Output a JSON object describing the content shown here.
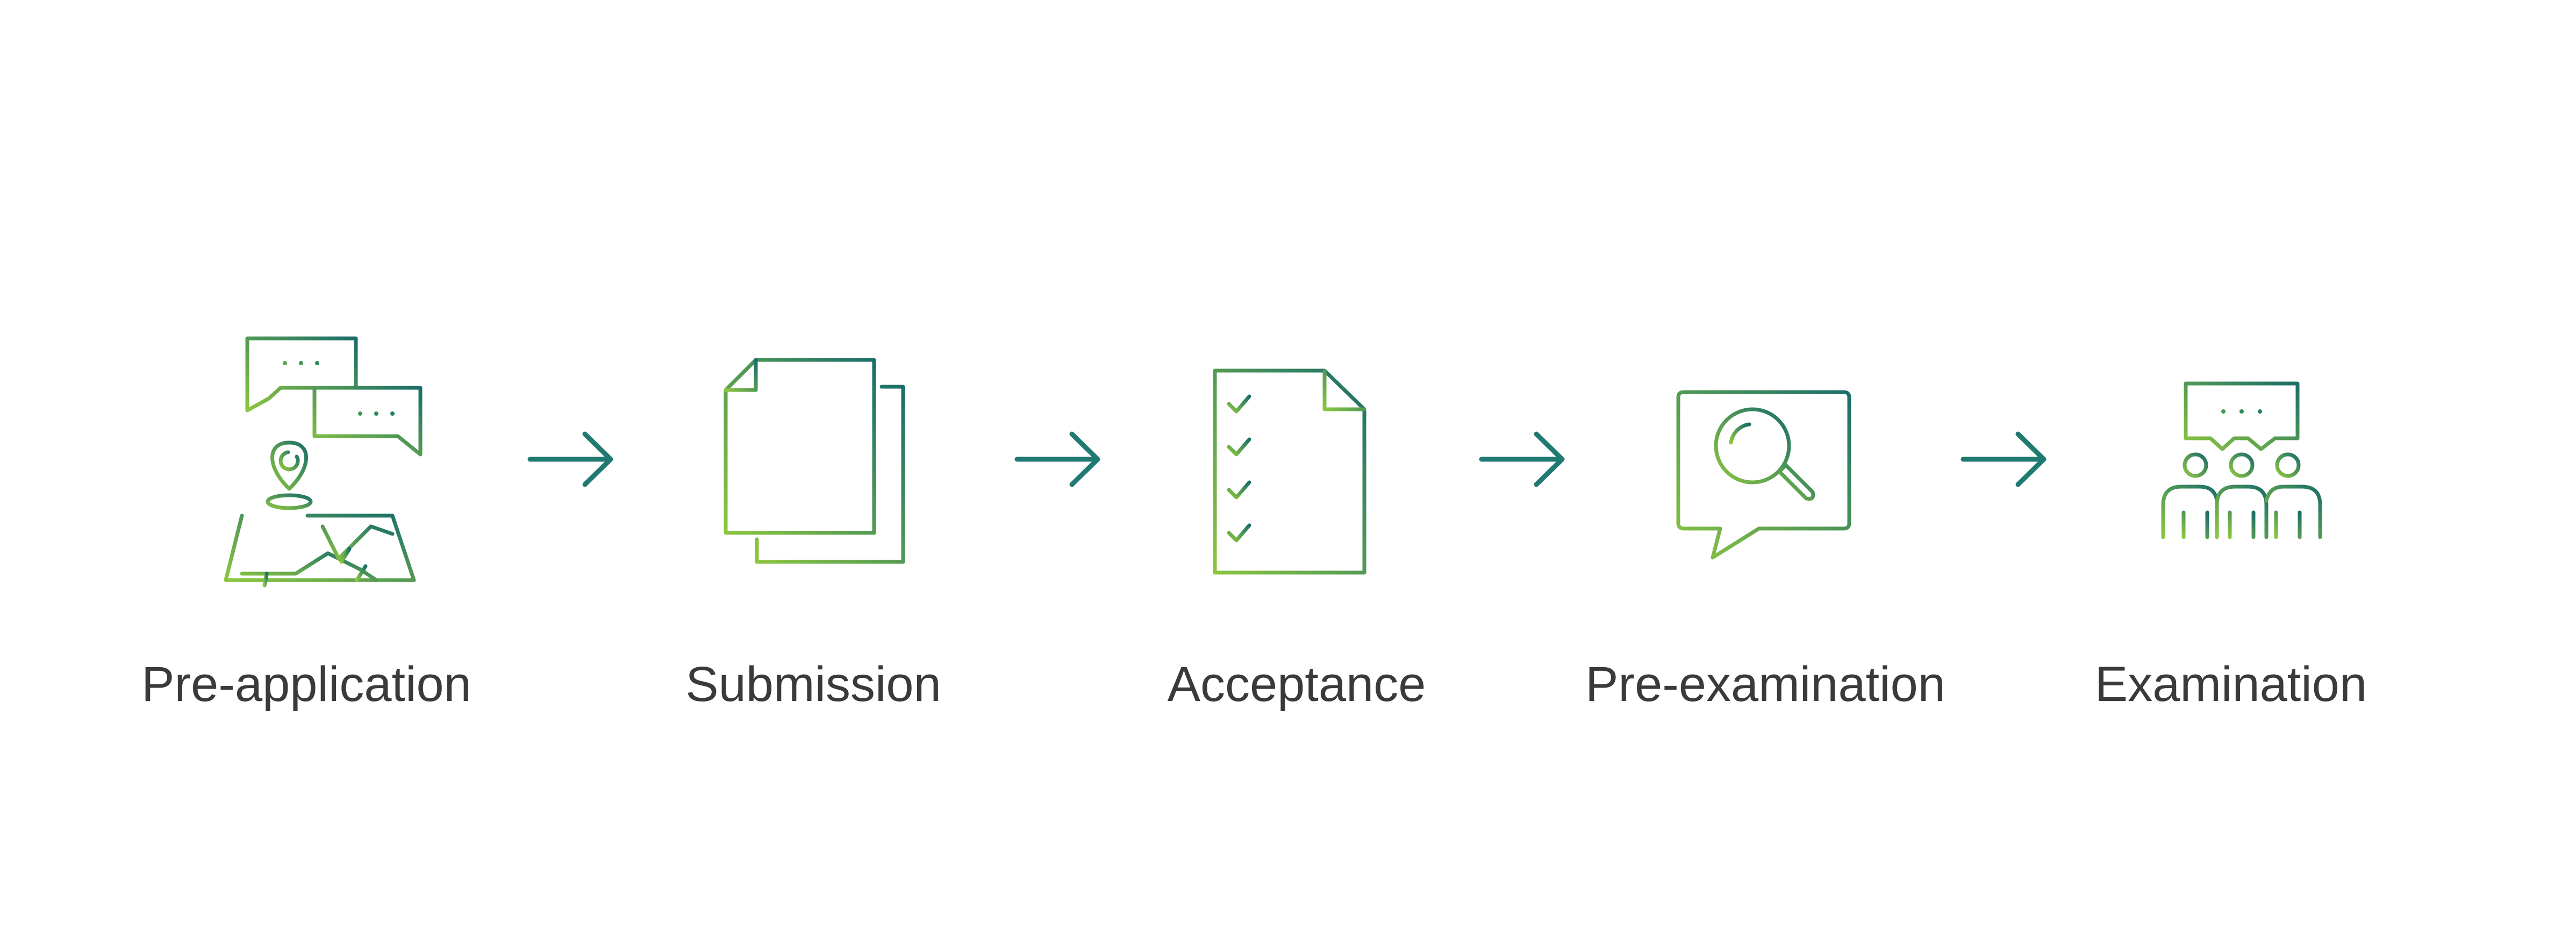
{
  "colors": {
    "gradient_start": "#8cc63f",
    "gradient_end": "#1a6e6a",
    "arrow": "#217a72",
    "label_text": "#3a3a3a",
    "background": "#ffffff"
  },
  "process": {
    "steps": [
      {
        "label": "Pre-application",
        "icon": "map-pin-chat-icon"
      },
      {
        "label": "Submission",
        "icon": "documents-icon"
      },
      {
        "label": "Acceptance",
        "icon": "checklist-icon"
      },
      {
        "label": "Pre-examination",
        "icon": "magnifier-chat-icon"
      },
      {
        "label": "Examination",
        "icon": "team-discussion-icon"
      }
    ],
    "connectors": [
      "arrow-right-icon",
      "arrow-right-icon",
      "arrow-right-icon",
      "arrow-right-icon"
    ]
  }
}
